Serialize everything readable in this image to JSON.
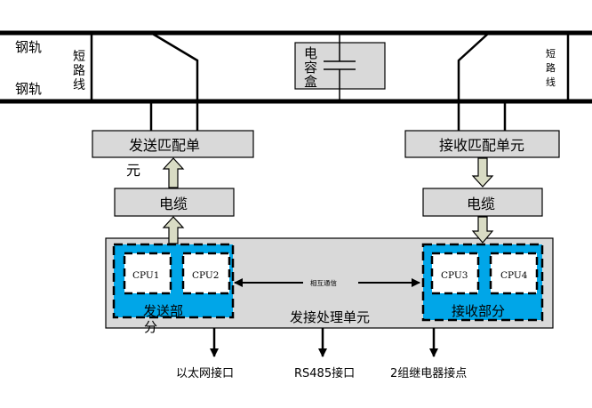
{
  "rails": {
    "top_label": "钢轨",
    "bottom_label": "钢轨"
  },
  "short_left": [
    "短",
    "路",
    "线"
  ],
  "short_right": [
    "短",
    "路",
    "线"
  ],
  "capacitor": [
    "电",
    "容",
    "盒"
  ],
  "tx_match": {
    "line1": "发送匹配单",
    "line2": "元"
  },
  "rx_match": "接收匹配单元",
  "cable_left": "电缆",
  "cable_right": "电缆",
  "processor": "发接处理单元",
  "send_group": {
    "cpu_a": "CPU1",
    "cpu_b": "CPU2",
    "label_line1": "发送部",
    "label_line2": "分"
  },
  "recv_group": {
    "cpu_a": "CPU3",
    "cpu_b": "CPU4",
    "label": "接收部分"
  },
  "mutual_comm": "相互通信",
  "ports": {
    "ethernet": "以太网接口",
    "rs485": "RS485接口",
    "relay": "2组继电器接点"
  },
  "colors": {
    "box_fill": "#d9d9d9",
    "group_fill": "#00a6e8",
    "arrow_fill": "#d9dcc4",
    "rail": "#000000"
  }
}
